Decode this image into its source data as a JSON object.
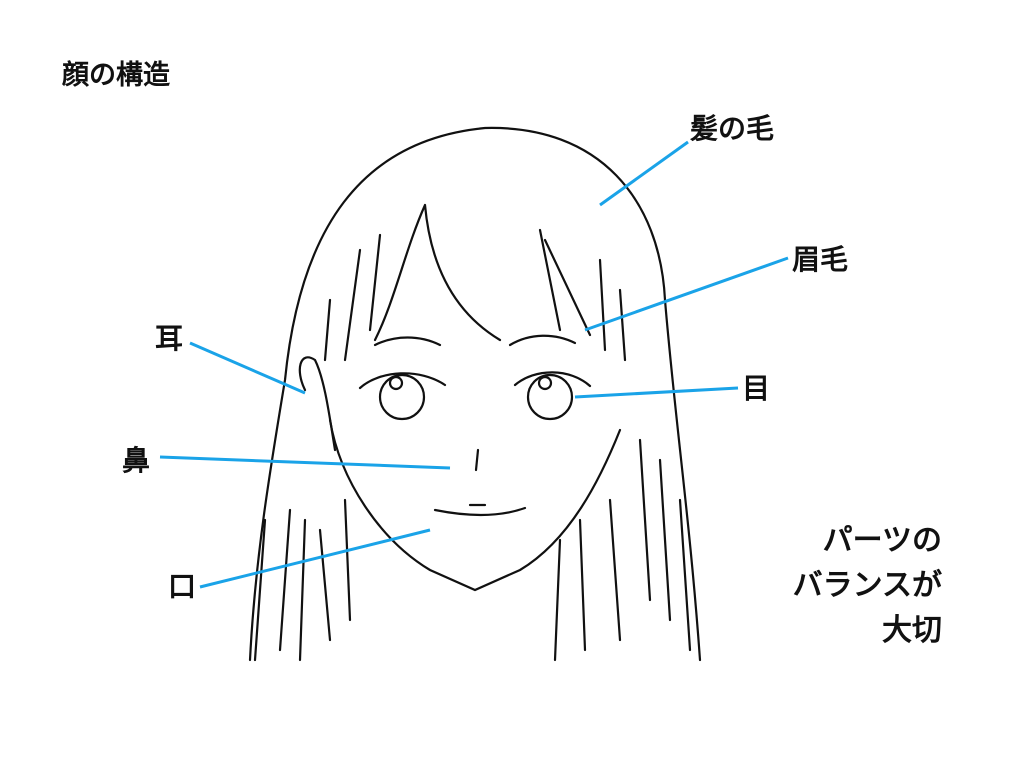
{
  "title": "顔の構造",
  "labels": {
    "hair": "髪の毛",
    "eyebrow": "眉毛",
    "ear": "耳",
    "eye": "目",
    "nose": "鼻",
    "mouth": "口"
  },
  "note": [
    "パーツの",
    "バランスが",
    "大切"
  ],
  "colors": {
    "leader_line": "#1aa3e8",
    "ink": "#111111"
  }
}
